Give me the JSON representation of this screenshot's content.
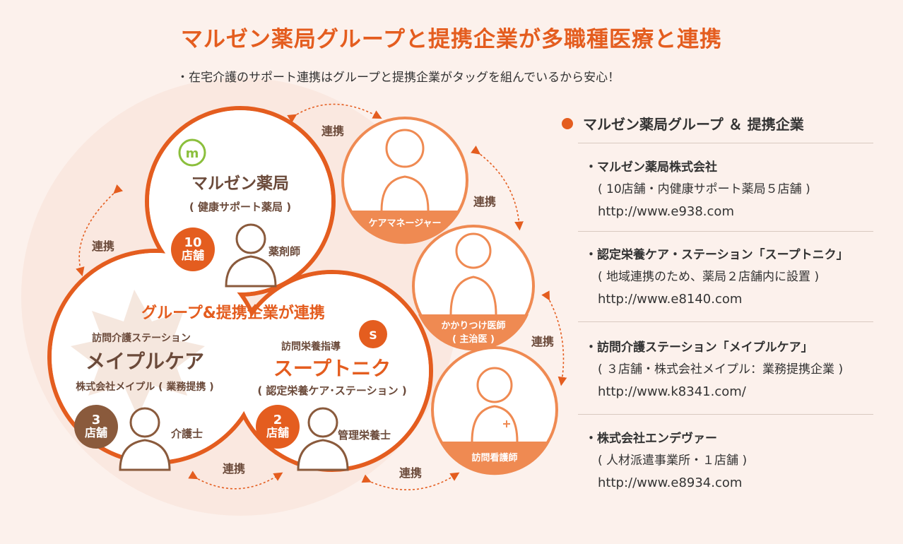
{
  "title": "マルゼン薬局グループと提携企業が多職種医療と連携",
  "subtitle": "・在宅介護のサポート連携はグループと提携企業がタッグを組んでいるから安心！",
  "renkei_label": "連携",
  "pharmacy": {
    "name": "マルゼン薬局",
    "sub": "( 健康サポート薬局 )",
    "badge_num": "10",
    "badge_unit": "店舗",
    "role": "薬剤師"
  },
  "group_heading": "グループ&提携企業が連携",
  "maple": {
    "small": "訪問介護ステーション",
    "name": "メイプルケア",
    "sub": "株式会社メイプル ( 業務提携 )",
    "badge_num": "3",
    "badge_unit": "店舗",
    "role": "介護士"
  },
  "soup": {
    "small": "訪問栄養指導",
    "name": "スープトニク",
    "sub": "( 認定栄養ケア･ステーション )",
    "badge_num": "2",
    "badge_unit": "店舗",
    "role": "管理栄養士"
  },
  "roles": {
    "care_manager": "ケアマネージャー",
    "doctor": "かかりつけ医師",
    "doctor_sub": "( 主治医 )",
    "nurse": "訪問看護師"
  },
  "sidebar": {
    "heading": "マルゼン薬局グループ ＆ 提携企業",
    "items": [
      {
        "name": "・マルゼン薬局株式会社",
        "sub": "( 10店舗・内健康サポート薬局５店舗 )",
        "url": "http://www.e938.com"
      },
      {
        "name": "・認定栄養ケア・ステーション「スープトニク」",
        "sub": "( 地域連携のため、薬局２店舗内に設置 )",
        "url": "http://www.e8140.com"
      },
      {
        "name": "・訪問介護ステーション「メイプルケア」",
        "sub": "( ３店舗・株式会社メイプル：業務提携企業 )",
        "url": "http://www.k8341.com/"
      },
      {
        "name": "・株式会社エンデヴァー",
        "sub": "( 人材派遣事業所・１店舗 )",
        "url": "http://www.e8934.com"
      }
    ]
  },
  "colors": {
    "accent": "#e45d1f",
    "secondary": "#ef8a52",
    "brown": "#8a5a3c",
    "bg": "#fcf1ec"
  }
}
